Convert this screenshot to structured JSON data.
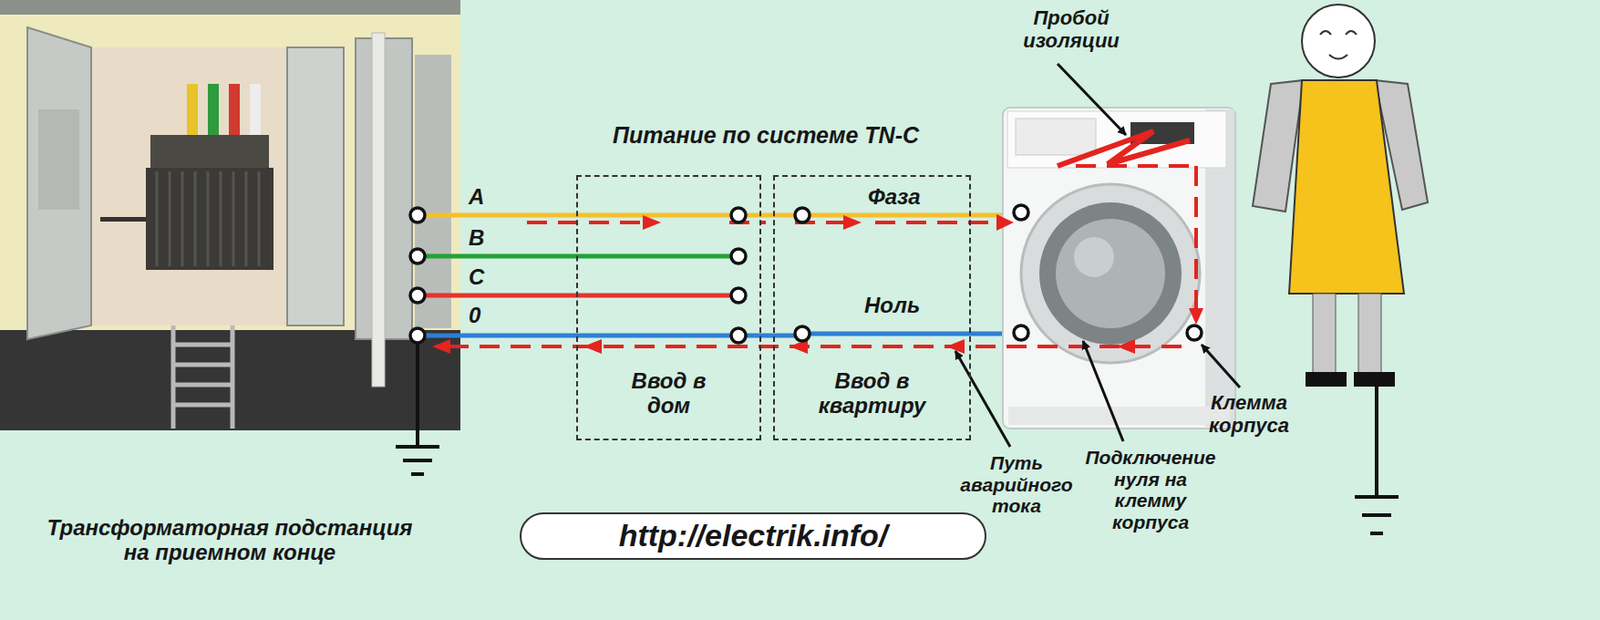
{
  "diagram": {
    "title": "Питание по системе TN-C",
    "nodes": [
      {
        "text": [
          "Ввод в дом"
        ]
      },
      {
        "text": [
          "Ввод в квартиру"
        ]
      },
      {
        "text": [
          "http://electrik.info/"
        ]
      }
    ],
    "labels": [
      "Пробой изоляции",
      "A",
      "B",
      "C",
      "0",
      "Фаза",
      "Ноль",
      "Клемма корпуса",
      "Путь аварийного тока",
      "Подключение нуля на клемму корпуса",
      "Трансформаторная подстанция на приемном конце"
    ]
  }
}
